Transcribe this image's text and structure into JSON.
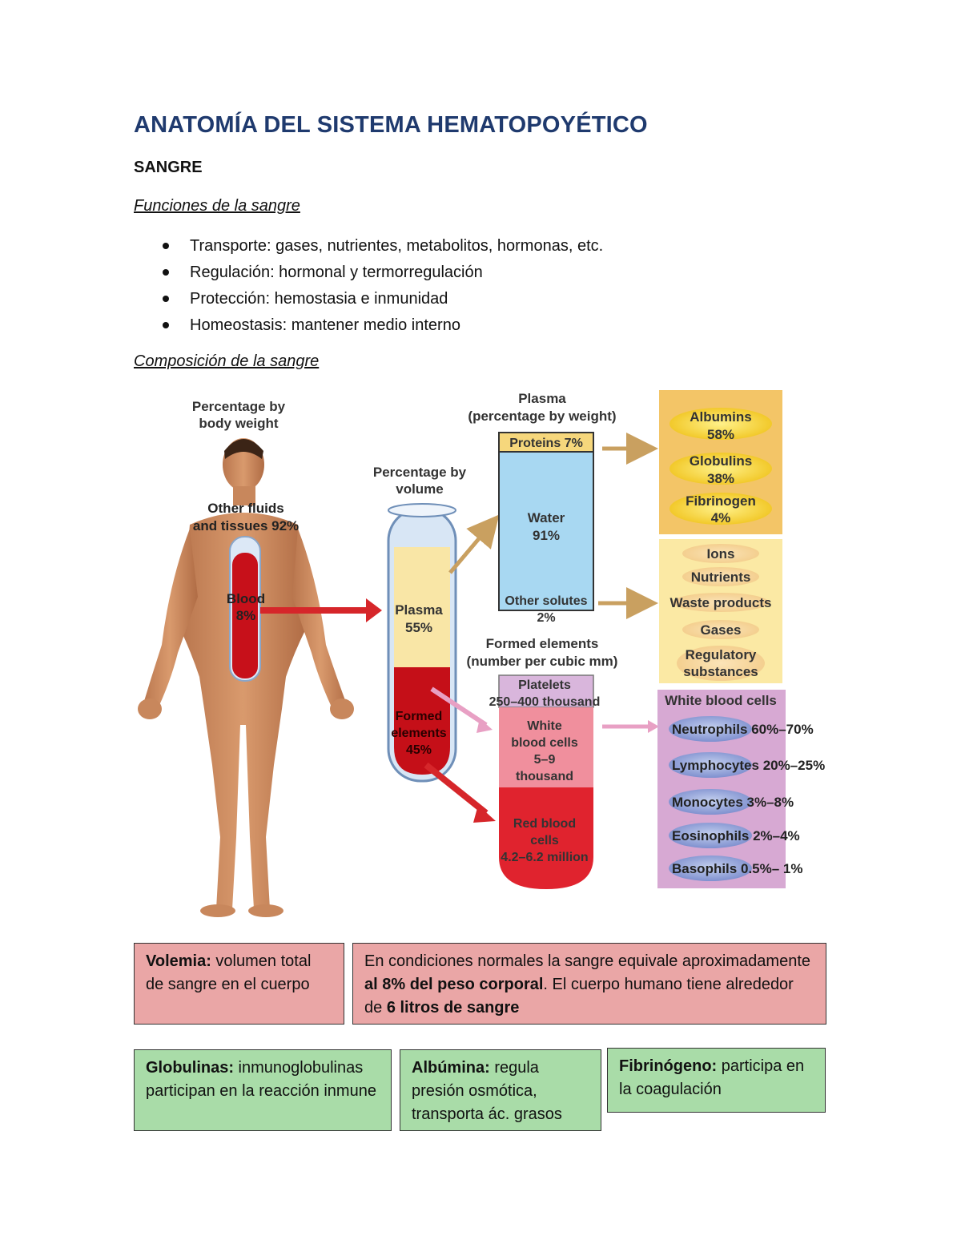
{
  "title": "ANATOMÍA DEL SISTEMA HEMATOPOYÉTICO",
  "section": "SANGRE",
  "funciones": {
    "heading": "Funciones de la sangre",
    "items": [
      "Transporte: gases, nutrientes, metabolitos, hormonas, etc.",
      "Regulación: hormonal y termorregulación",
      "Protección: hemostasia e inmunidad",
      "Homeostasis: mantener medio interno"
    ]
  },
  "composicion": {
    "heading": "Composición de la sangre"
  },
  "figure": {
    "body_weight": {
      "heading": [
        "Percentage by",
        "body weight"
      ],
      "other": [
        "Other fluids",
        "and tissues 92%"
      ],
      "blood": [
        "Blood",
        "8%"
      ]
    },
    "volume": {
      "heading": [
        "Percentage by",
        "volume"
      ],
      "plasma": [
        "Plasma",
        "55%"
      ],
      "formed": [
        "Formed",
        "elements",
        "45%"
      ]
    },
    "plasma": {
      "heading": [
        "Plasma",
        "(percentage by weight)"
      ],
      "proteins": "Proteins 7%",
      "water": [
        "Water",
        "91%"
      ],
      "solutes": [
        "Other solutes",
        "2%"
      ]
    },
    "proteins_list": [
      [
        "Albumins",
        "58%"
      ],
      [
        "Globulins",
        "38%"
      ],
      [
        "Fibrinogen",
        "4%"
      ]
    ],
    "solutes_list": [
      "Ions",
      "Nutrients",
      "Waste products",
      "Gases",
      "Regulatory",
      "substances"
    ],
    "formed": {
      "heading": [
        "Formed elements",
        "(number per cubic mm)"
      ],
      "platelets": [
        "Platelets",
        "250–400 thousand"
      ],
      "wbc": [
        "White",
        "blood cells",
        "5–9",
        "thousand"
      ],
      "rbc": [
        "Red blood",
        "cells",
        "4.2–6.2 million"
      ]
    },
    "wbc_list": {
      "heading": "White blood cells",
      "items": [
        [
          "Neutrophils",
          "60%–70%"
        ],
        [
          "Lymphocytes",
          "20%–25%"
        ],
        [
          "Monocytes",
          "3%–8%"
        ],
        [
          "Eosinophils",
          "2%–4%"
        ],
        [
          "Basophils",
          "0.5%– 1%"
        ]
      ]
    }
  },
  "boxes": {
    "volemia": {
      "bold": "Volemia:",
      "text": " volumen total de sangre en el cuerpo"
    },
    "condiciones": {
      "t1": "En condiciones normales la sangre equivale aproximadamente ",
      "b1": "al 8% del peso corporal",
      "t2": ". El cuerpo humano tiene alrededor de ",
      "b2": "6 litros de sangre"
    },
    "globulinas": {
      "bold": "Globulinas:",
      "text": " inmunoglobulinas participan en la reacción inmune"
    },
    "albumina": {
      "bold": "Albúmina:",
      "text": " regula presión osmótica, transporta ác. grasos"
    },
    "fibrinogeno": {
      "bold": "Fibrinógeno:",
      "text": " participa en la coagulación"
    }
  }
}
